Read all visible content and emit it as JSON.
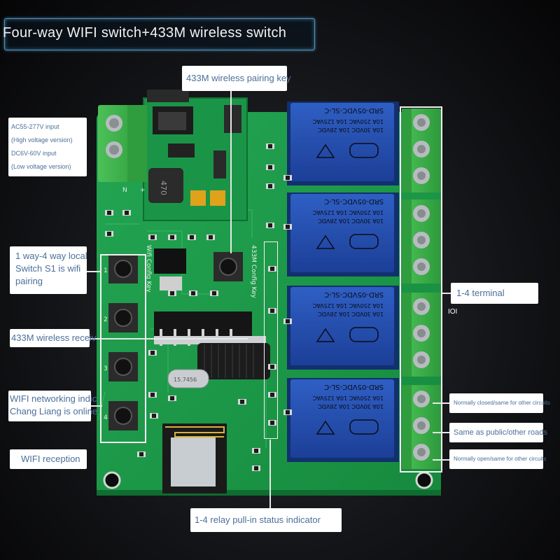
{
  "title": "Four-way WIFI switch+433M wireless switch",
  "callouts": {
    "pairing_key": "433M wireless pairing key",
    "power_input": {
      "line1": "AC55-277V input",
      "line2": "(High voltage version)",
      "line3": "DC6V-60V input",
      "line4": "(Low voltage version)"
    },
    "local_switch": {
      "line1": "1 way-4 way local",
      "line2": "Switch S1 is wifi",
      "line3": "pairing"
    },
    "receiver": "433M wireless receiv",
    "wifi_indicator": {
      "line1": "WIFI networking indic",
      "line2": "Chang Liang is online"
    },
    "wifi_reception": "WIFI reception",
    "relay_indicator": "1-4 relay pull-in status indicator",
    "terminal": "1-4 terminal",
    "terminal_side_mark": "IOI",
    "normally_closed": "Normally closed/same for other circuits",
    "common": "Same as public/other roads",
    "normally_open": "Normally open/same for other circuits"
  },
  "board": {
    "relay_model": "SRD-05VDC-SL-C",
    "relay_rating_1": "10A 250VAC  10A 125VAC",
    "relay_rating_2": "10A 30VDC  10A 28VDC",
    "silk_wifi": "Wifi Config Key",
    "silk_433": "433M Config Key",
    "silk_n": "N",
    "silk_plus": "+",
    "inductor": "470",
    "crystal": "15.7456",
    "switches": [
      "1",
      "2",
      "3",
      "4"
    ]
  },
  "colors": {
    "pcb": "#1f9a4a",
    "relay": "#2450b0",
    "terminal": "#3db34a"
  }
}
